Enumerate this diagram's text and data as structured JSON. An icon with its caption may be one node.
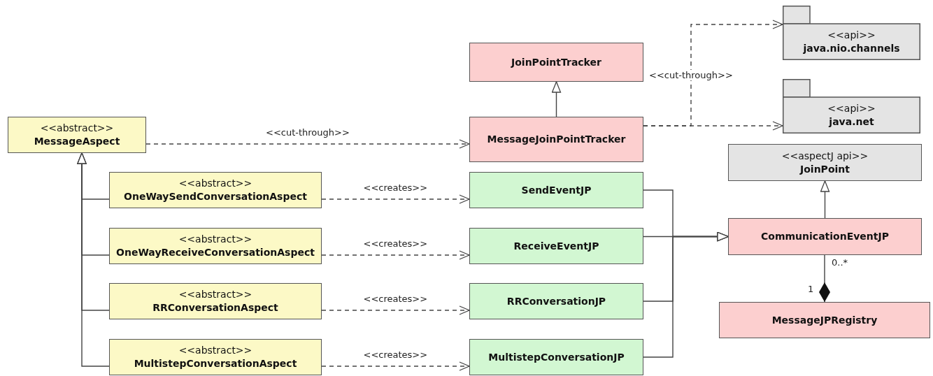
{
  "diagram": {
    "nodes": [
      {
        "text": [
          "<<abstract>>",
          "MessageAspect"
        ]
      },
      {
        "text": [
          "<<abstract>>",
          "OneWaySendConversationAspect"
        ]
      },
      {
        "text": [
          "<<abstract>>",
          "OneWayReceiveConversationAspect"
        ]
      },
      {
        "text": [
          "<<abstract>>",
          "RRConversationAspect"
        ]
      },
      {
        "text": [
          "<<abstract>>",
          "MultistepConversationAspect"
        ]
      },
      {
        "text": [
          "JoinPointTracker"
        ]
      },
      {
        "text": [
          "MessageJoinPointTracker"
        ]
      },
      {
        "text": [
          "SendEventJP"
        ]
      },
      {
        "text": [
          "ReceiveEventJP"
        ]
      },
      {
        "text": [
          "RRConversationJP"
        ]
      },
      {
        "text": [
          "MultistepConversationJP"
        ]
      },
      {
        "text": [
          "<<api>>",
          "java.nio.channels"
        ]
      },
      {
        "text": [
          "<<api>>",
          "java.net"
        ]
      },
      {
        "text": [
          "<<aspectJ api>>",
          "JoinPoint"
        ]
      },
      {
        "text": [
          "CommunicationEventJP"
        ]
      },
      {
        "text": [
          "MessageJPRegistry"
        ]
      }
    ],
    "edges": [
      {
        "from": 1,
        "to": 0,
        "arrow": "to"
      },
      {
        "from": 2,
        "to": 0,
        "arrow": "to"
      },
      {
        "from": 3,
        "to": 0,
        "arrow": "to"
      },
      {
        "from": 4,
        "to": 0,
        "arrow": "to"
      },
      {
        "from": 0,
        "to": 6,
        "arrow": "to",
        "label": "<<cut-through>>",
        "style": "dashed"
      },
      {
        "from": 1,
        "to": 7,
        "arrow": "to",
        "label": "<<creates>>",
        "style": "dashed"
      },
      {
        "from": 2,
        "to": 8,
        "arrow": "to",
        "label": "<<creates>>",
        "style": "dashed"
      },
      {
        "from": 3,
        "to": 9,
        "arrow": "to",
        "label": "<<creates>>",
        "style": "dashed"
      },
      {
        "from": 4,
        "to": 10,
        "arrow": "to",
        "label": "<<creates>>",
        "style": "dashed"
      },
      {
        "from": 6,
        "to": 5,
        "arrow": "to"
      },
      {
        "from": 6,
        "to": 11,
        "arrow": "to",
        "label": "<<cut-through>>",
        "style": "dashed"
      },
      {
        "from": 6,
        "to": 12,
        "arrow": "to",
        "style": "dashed"
      },
      {
        "from": 7,
        "to": 14,
        "arrow": "to"
      },
      {
        "from": 8,
        "to": 14,
        "arrow": "to"
      },
      {
        "from": 9,
        "to": 14,
        "arrow": "to"
      },
      {
        "from": 10,
        "to": 14,
        "arrow": "to"
      },
      {
        "from": 14,
        "to": 13,
        "arrow": "to"
      },
      {
        "from": 14,
        "to": 15,
        "arrow": "other"
      }
    ],
    "labels": [
      "0..*",
      "1"
    ]
  }
}
